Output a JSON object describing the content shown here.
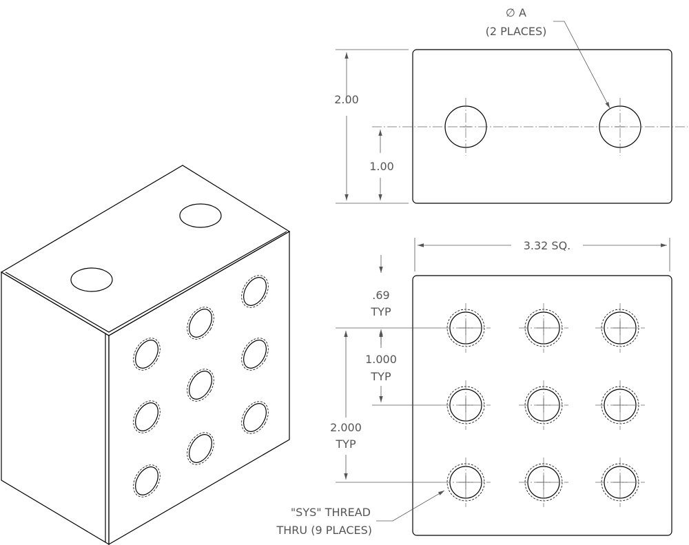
{
  "labels": {
    "hole_diameter": "∅ A",
    "hole_diameter_qty": "(2 PLACES)",
    "top_height": "2.00",
    "top_hole_center": "1.00",
    "width": "3.32 SQ.",
    "edge_offset": ".69",
    "edge_offset_typ": "TYP",
    "hole_pitch": "1.000",
    "hole_pitch_typ": "TYP",
    "span": "2.000",
    "span_typ": "TYP",
    "thread_note_line1": "\"SYS\" THREAD",
    "thread_note_line2": "THRU (9 PLACES)"
  }
}
